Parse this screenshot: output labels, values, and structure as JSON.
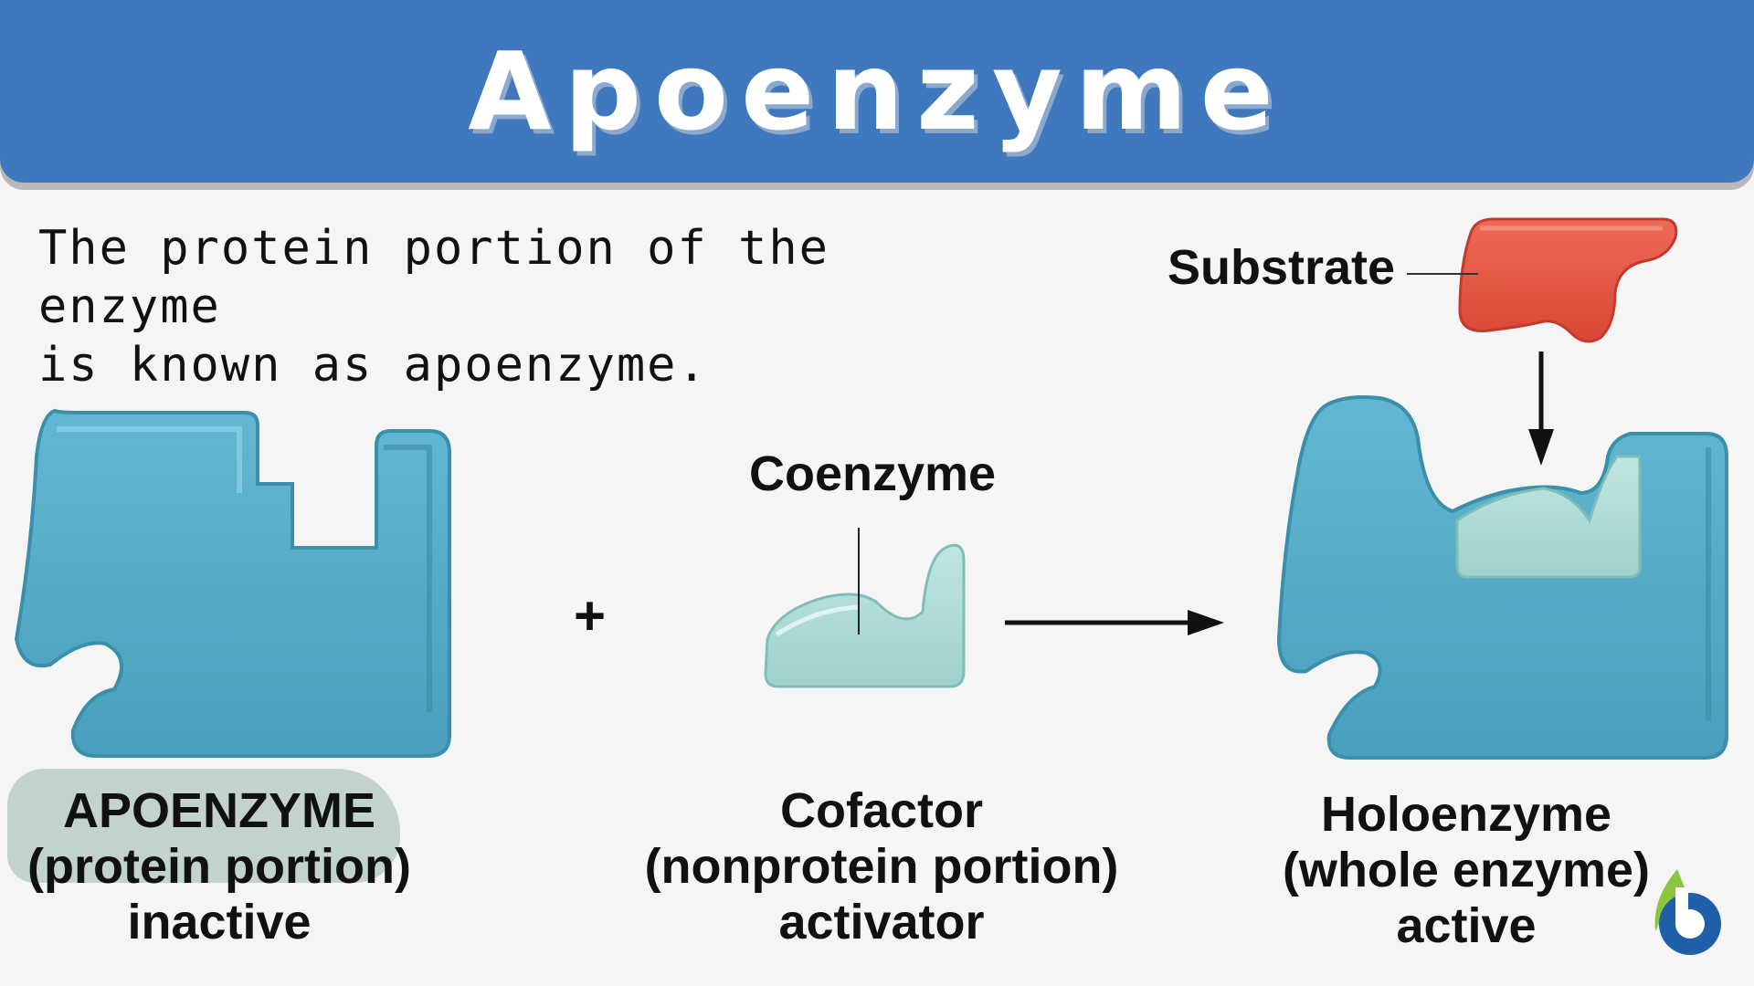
{
  "title": "Apoenzyme",
  "definition": {
    "line1": "The protein portion of the enzyme",
    "line2": "is known as apoenzyme."
  },
  "plus_sign": "+",
  "callouts": {
    "coenzyme": "Coenzyme",
    "substrate": "Substrate"
  },
  "labels": {
    "apoenzyme": {
      "line1": "APOENZYME",
      "line2": "(protein portion)",
      "line3": "inactive"
    },
    "cofactor": {
      "line1": "Cofactor",
      "line2": "(nonprotein portion)",
      "line3": "activator"
    },
    "holoenzyme": {
      "line1": "Holoenzyme",
      "line2": "(whole enzyme)",
      "line3": "active"
    }
  },
  "colors": {
    "header": "#3f78bd",
    "apoenzyme": "#4ea6c3",
    "coenzyme": "#a8d7d3",
    "substrate": "#e35542"
  },
  "icons": [
    "biology-online-logo-icon"
  ]
}
